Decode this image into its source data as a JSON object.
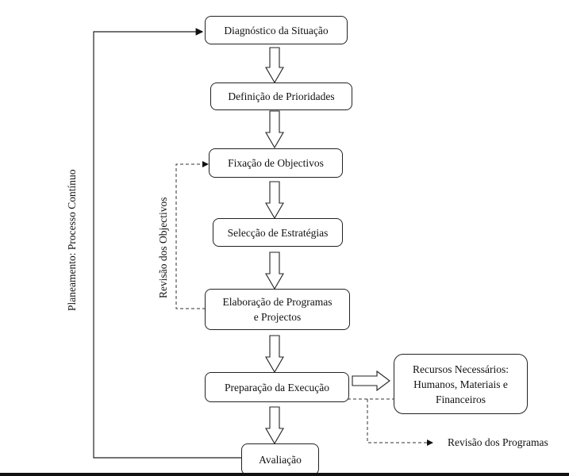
{
  "diagram": {
    "steps": [
      {
        "label": "Diagnóstico da Situação"
      },
      {
        "label": "Definição de Prioridades"
      },
      {
        "label": "Fixação de Objectivos"
      },
      {
        "label": "Selecção de Estratégias"
      },
      {
        "label_line1": "Elaboração de Programas",
        "label_line2": "e Projectos"
      },
      {
        "label": "Preparação da Execução"
      },
      {
        "label": "Avaliação"
      }
    ],
    "resources": {
      "line1": "Recursos Necessários:",
      "line2": "Humanos, Materiais e",
      "line3": "Financeiros"
    },
    "loop_label": "Planeamento: Processo Contínuo",
    "objectives_review_label": "Revisão dos Objectivos",
    "programs_review_label": "Revisão dos Programas"
  }
}
